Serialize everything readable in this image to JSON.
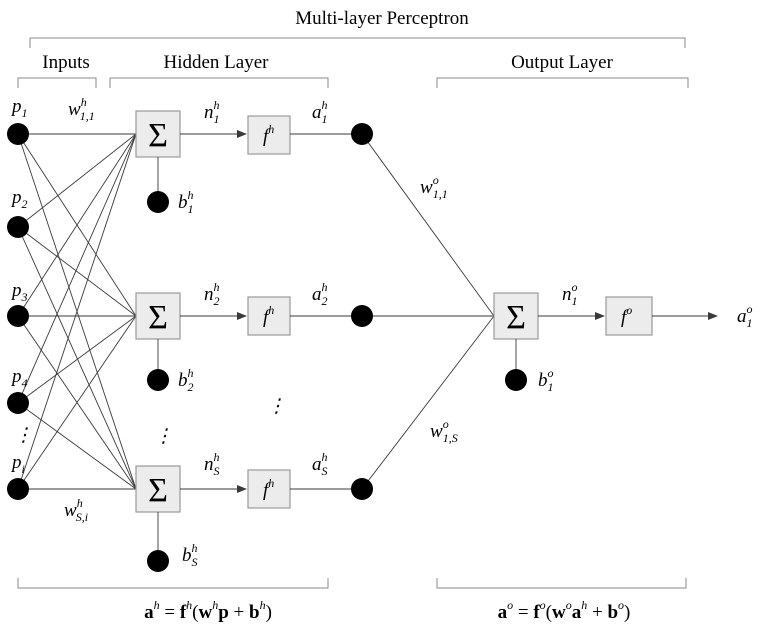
{
  "title": "Multi-layer Perceptron",
  "sections": {
    "inputs": "Inputs",
    "hidden": "Hidden Layer",
    "output": "Output Layer"
  },
  "inputs": [
    {
      "base": "p",
      "sub": "1"
    },
    {
      "base": "p",
      "sub": "2"
    },
    {
      "base": "p",
      "sub": "3"
    },
    {
      "base": "p",
      "sub": "4"
    },
    {
      "base": "p",
      "sub": "i"
    }
  ],
  "weights": {
    "hidden_first": {
      "base": "w",
      "sup": "h",
      "sub": "1,1"
    },
    "hidden_last": {
      "base": "w",
      "sup": "h",
      "sub": "S,i"
    },
    "output_first": {
      "base": "w",
      "sup": "o",
      "sub": "1,1"
    },
    "output_last": {
      "base": "w",
      "sup": "o",
      "sub": "1,S"
    }
  },
  "hidden_neurons": [
    {
      "bias": {
        "base": "b",
        "sup": "h",
        "sub": "1"
      },
      "net": {
        "base": "n",
        "sup": "h",
        "sub": "1"
      },
      "transfer": {
        "base": "f",
        "sup": "h"
      },
      "out": {
        "base": "a",
        "sup": "h",
        "sub": "1"
      }
    },
    {
      "bias": {
        "base": "b",
        "sup": "h",
        "sub": "2"
      },
      "net": {
        "base": "n",
        "sup": "h",
        "sub": "2"
      },
      "transfer": {
        "base": "f",
        "sup": "h"
      },
      "out": {
        "base": "a",
        "sup": "h",
        "sub": "2"
      }
    },
    {
      "bias": {
        "base": "b",
        "sup": "h",
        "sub": "S"
      },
      "net": {
        "base": "n",
        "sup": "h",
        "sub": "S"
      },
      "transfer": {
        "base": "f",
        "sup": "h"
      },
      "out": {
        "base": "a",
        "sup": "h",
        "sub": "S"
      }
    }
  ],
  "output_neuron": {
    "bias": {
      "base": "b",
      "sup": "o",
      "sub": "1"
    },
    "net": {
      "base": "n",
      "sup": "o",
      "sub": "1"
    },
    "transfer": {
      "base": "f",
      "sup": "o"
    },
    "out": {
      "base": "a",
      "sup": "o",
      "sub": "1"
    }
  },
  "sum_symbol": "Σ",
  "ellipsis": "⋮",
  "equations": {
    "hidden": {
      "lhs": "a",
      "lhs_sup": "h",
      "eq": " = ",
      "f": "f",
      "f_sup": "h",
      "open": "(",
      "w": "w",
      "w_sup": "h",
      "p": "p",
      "plus": " + ",
      "b": "b",
      "b_sup": "h",
      "close": ")"
    },
    "output": {
      "lhs": "a",
      "lhs_sup": "o",
      "eq": " = ",
      "f": "f",
      "f_sup": "o",
      "open": "(",
      "w": "w",
      "w_sup": "o",
      "a": "a",
      "a_sup": "h",
      "plus": " + ",
      "b": "b",
      "b_sup": "o",
      "close": ")"
    }
  }
}
